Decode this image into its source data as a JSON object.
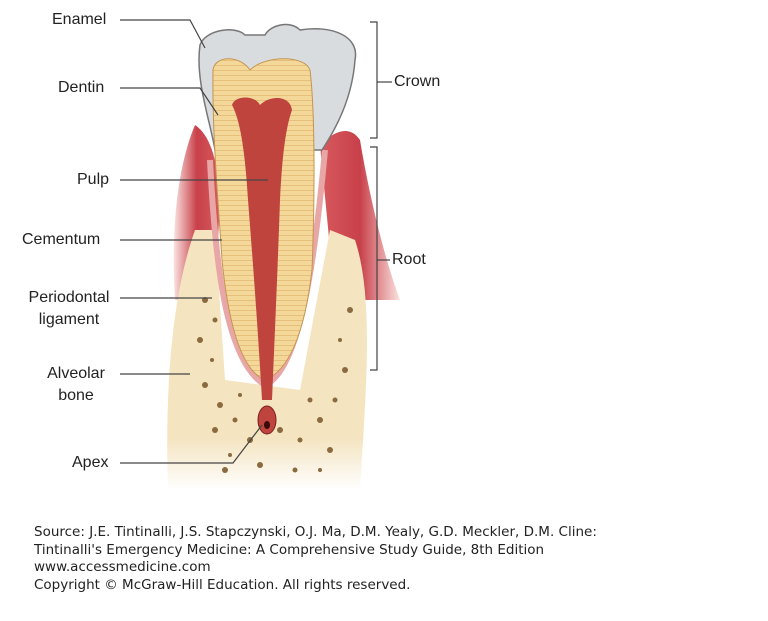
{
  "labels": {
    "enamel": "Enamel",
    "dentin": "Dentin",
    "pulp": "Pulp",
    "cementum": "Cementum",
    "periodontal_1": "Periodontal",
    "periodontal_2": "ligament",
    "alveolar_1": "Alveolar",
    "alveolar_2": "bone",
    "apex": "Apex",
    "crown": "Crown",
    "root": "Root"
  },
  "source": {
    "line1": "Source: J.E. Tintinalli, J.S. Stapczynski, O.J. Ma, D.M. Yealy, G.D. Meckler, D.M. Cline:",
    "line2": "Tintinalli's Emergency Medicine: A Comprehensive Study Guide, 8th Edition",
    "line3": "www.accessmedicine.com",
    "line4": "Copyright © McGraw-Hill Education.  All rights reserved."
  },
  "colors": {
    "gum": "#c8404a",
    "bone": "#f4e4c0",
    "enamel": "#d9dcdf",
    "dentin": "#f3d89a",
    "pulp": "#c0443e"
  }
}
